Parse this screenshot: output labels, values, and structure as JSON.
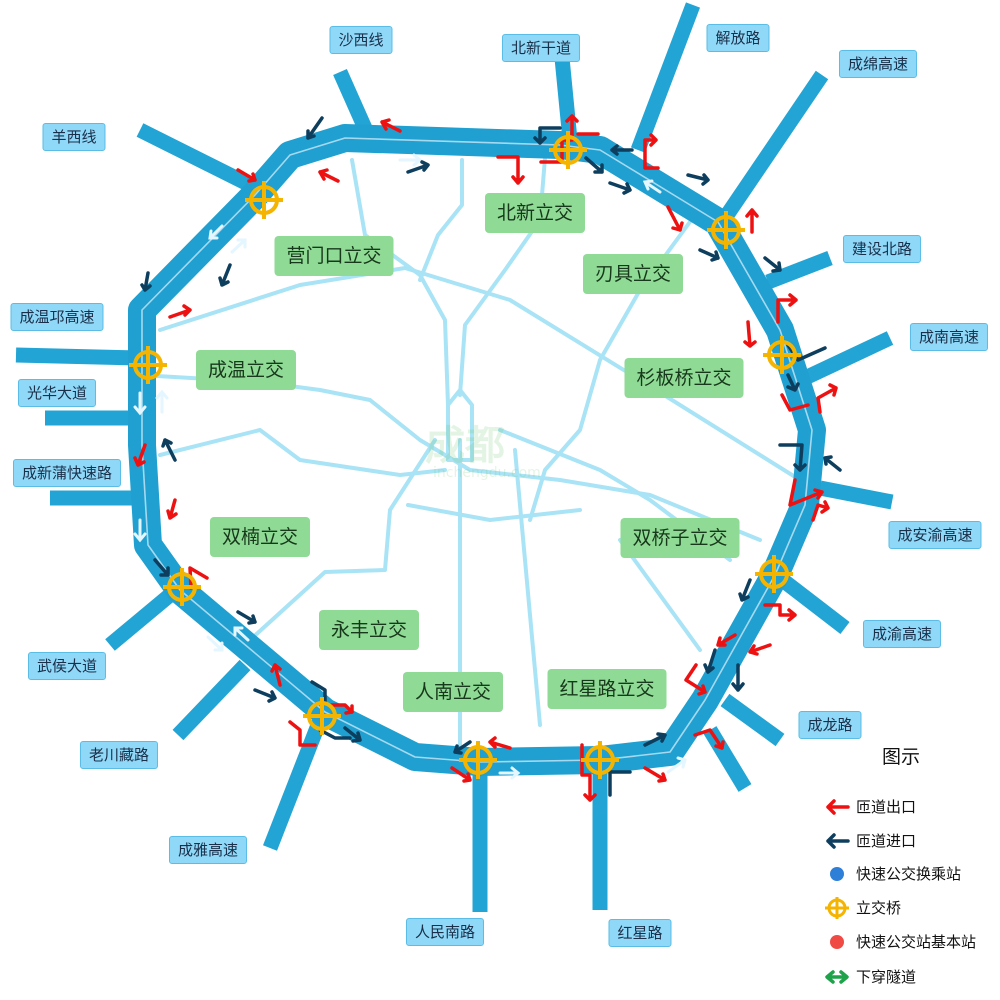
{
  "colors": {
    "ring": "#1fa0d0",
    "ring_centerline": "#a6d9ef",
    "radial": "#22a4d4",
    "inner_road": "#a9e3f6",
    "exit_arrow": "#ee1111",
    "entry_arrow": "#0d3e5e",
    "interchange": "#f5b400",
    "bus_transfer": "#2e7fd8",
    "bus_basic": "#ef4a44",
    "tunnel": "#1ea34a",
    "road_label_bg": "#8fd8f7",
    "bridge_label_bg": "#8fda95"
  },
  "road_labels": [
    {
      "id": "shaxi",
      "text": "沙西线"
    },
    {
      "id": "beixinganqdao",
      "text": "北新干道"
    },
    {
      "id": "jiefang",
      "text": "解放路"
    },
    {
      "id": "chengmian",
      "text": "成绵高速"
    },
    {
      "id": "yangxi",
      "text": "羊西线"
    },
    {
      "id": "jianshebei",
      "text": "建设北路"
    },
    {
      "id": "chengwenqiong",
      "text": "成温邛高速"
    },
    {
      "id": "chengnan",
      "text": "成南高速"
    },
    {
      "id": "guanghua",
      "text": "光华大道"
    },
    {
      "id": "chengxinpu",
      "text": "成新蒲快速路"
    },
    {
      "id": "chenganyu",
      "text": "成安渝高速"
    },
    {
      "id": "chengyu",
      "text": "成渝高速"
    },
    {
      "id": "wuhou",
      "text": "武侯大道"
    },
    {
      "id": "chenglong",
      "text": "成龙路"
    },
    {
      "id": "laochuanzang",
      "text": "老川藏路"
    },
    {
      "id": "chengya",
      "text": "成雅高速"
    },
    {
      "id": "renminnan",
      "text": "人民南路"
    },
    {
      "id": "hongxing",
      "text": "红星路"
    }
  ],
  "interchange_labels": [
    {
      "id": "beixin",
      "text": "北新立交"
    },
    {
      "id": "yingmenkou",
      "text": "营门口立交"
    },
    {
      "id": "renju",
      "text": "刃具立交"
    },
    {
      "id": "chengwen",
      "text": "成温立交"
    },
    {
      "id": "shanbanqiao",
      "text": "杉板桥立交"
    },
    {
      "id": "shuangnan",
      "text": "双楠立交"
    },
    {
      "id": "shuangqiaozi",
      "text": "双桥子立交"
    },
    {
      "id": "yongfeng",
      "text": "永丰立交"
    },
    {
      "id": "rennan",
      "text": "人南立交"
    },
    {
      "id": "hongxinglu",
      "text": "红星路立交"
    }
  ],
  "legend": {
    "title": "图示",
    "items": [
      {
        "symbol": "exit-arrow",
        "label": "匝道出口"
      },
      {
        "symbol": "entry-arrow",
        "label": "匝道进口"
      },
      {
        "symbol": "bus-transfer-dot",
        "label": "快速公交换乘站"
      },
      {
        "symbol": "interchange",
        "label": "立交桥"
      },
      {
        "symbol": "bus-basic-dot",
        "label": "快速公交站基本站"
      },
      {
        "symbol": "tunnel-arrow",
        "label": "下穿隧道"
      }
    ]
  },
  "watermark": {
    "main": "成都",
    "sub": "inchengdu.com"
  }
}
